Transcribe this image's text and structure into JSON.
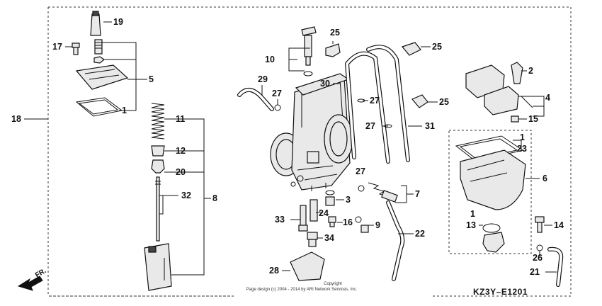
{
  "diagram": {
    "code": "KZ3Y–E1201",
    "direction_label": "FR.",
    "copyright_line1": "Copyright",
    "copyright_line2": "Page design (c) 2004 - 2014 by ARI Network Services, Inc."
  },
  "callouts": {
    "c1a": "1",
    "c1b": "1",
    "c1c": "1",
    "c2": "2",
    "c3": "3",
    "c4": "4",
    "c5": "5",
    "c6": "6",
    "c7": "7",
    "c8": "8",
    "c9": "9",
    "c10": "10",
    "c11": "11",
    "c12": "12",
    "c13": "13",
    "c14": "14",
    "c15": "15",
    "c16": "16",
    "c17": "17",
    "c18": "18",
    "c19": "19",
    "c20": "20",
    "c21": "21",
    "c22": "22",
    "c23": "23",
    "c24": "24",
    "c25a": "25",
    "c25b": "25",
    "c25c": "25",
    "c26": "26",
    "c27a": "27",
    "c27b": "27",
    "c27c": "27",
    "c27d": "27",
    "c28": "28",
    "c29": "29",
    "c30": "30",
    "c31": "31",
    "c32": "32",
    "c33": "33",
    "c34": "34"
  }
}
